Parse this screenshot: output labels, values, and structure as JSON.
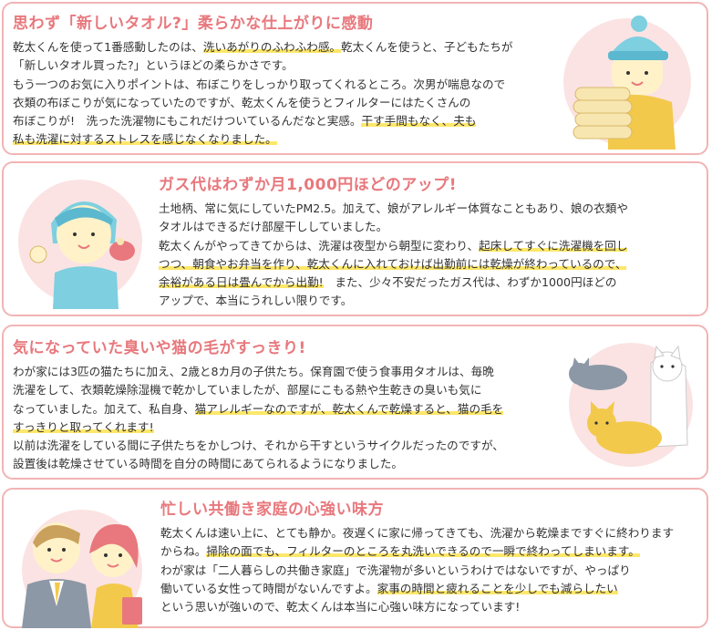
{
  "sections": [
    {
      "title": "思わず「新しいタオル?」柔らかな仕上がりに感動",
      "lines": [
        [
          {
            "t": "乾太くんを使って1番感動したのは、"
          },
          {
            "t": "洗いあがりのふわふわ感。",
            "hl": true
          },
          {
            "t": "乾太くんを使うと、子どもたちが"
          }
        ],
        [
          {
            "t": "「新しいタオル買った?」というほどの柔らかさです。"
          }
        ],
        [
          {
            "t": "もう一つのお気に入りポイントは、布ぼこりをしっかり取ってくれるところ。次男が喘息なので"
          }
        ],
        [
          {
            "t": "衣類の布ぼこりが気になっていたのですが、乾太くんを使うとフィルターにはたくさんの"
          }
        ],
        [
          {
            "t": "布ぼこりが!　洗った洗濯物にもこれだけついているんだなと実感。"
          },
          {
            "t": "干す手間もなく、夫も",
            "hl": true
          }
        ],
        [
          {
            "t": "私も洗濯に対するストレスを感じなくなりました。",
            "hl": true
          }
        ]
      ]
    },
    {
      "title": "ガス代はわずか月1,000円ほどのアップ!",
      "lines": [
        [
          {
            "t": "土地柄、常に気にしていたPM2.5。加えて、娘がアレルギー体質なこともあり、娘の衣類や"
          }
        ],
        [
          {
            "t": "タオルはできるだけ部屋干ししていました。"
          }
        ],
        [
          {
            "t": "乾太くんがやってきてからは、洗濯は夜型から朝型に変わり、"
          },
          {
            "t": "起床してすぐに洗濯機を回し",
            "hl": true
          }
        ],
        [
          {
            "t": "つつ、朝食やお弁当を作り、乾太くんに入れておけば出勤前には乾燥が終わっているので、",
            "hl": true
          }
        ],
        [
          {
            "t": "余裕がある日は畳んでから出勤!",
            "hl": true
          },
          {
            "t": "　また、少々不安だったガス代は、わずか1000円ほどの"
          }
        ],
        [
          {
            "t": "アップで、本当にうれしい限りです。"
          }
        ]
      ]
    },
    {
      "title": "気になっていた臭いや猫の毛がすっきり!",
      "lines": [
        [
          {
            "t": "わが家には3匹の猫たちに加え、2歳と8カ月の子供たち。保育園で使う食事用タオルは、毎晩"
          }
        ],
        [
          {
            "t": "洗濯をして、衣類乾燥除湿機で乾かしていましたが、部屋にこもる熱や生乾きの臭いも気に"
          }
        ],
        [
          {
            "t": "なっていました。加えて、私自身、"
          },
          {
            "t": "猫アレルギーなのですが、乾太くんで乾燥すると、猫の毛を",
            "hl": true
          }
        ],
        [
          {
            "t": "すっきりと取ってくれます!",
            "hl": true
          }
        ],
        [
          {
            "t": "以前は洗濯をしている間に子供たちをかしつけ、それから干すというサイクルだったのですが、"
          }
        ],
        [
          {
            "t": "設置後は乾燥させている時間を自分の時間にあてられるようになりました。"
          }
        ]
      ]
    },
    {
      "title": "忙しい共働き家庭の心強い味方",
      "lines": [
        [
          {
            "t": "乾太くんは速い上に、とても静か。夜遅くに家に帰ってきても、洗濯から乾燥まですぐに終わります"
          }
        ],
        [
          {
            "t": "からね。"
          },
          {
            "t": "掃除の面でも、フィルターのところを丸洗いできるので一瞬で終わってしまいます。",
            "hl": true
          }
        ],
        [
          {
            "t": "わが家は「二人暮らしの共働き家庭」で洗濯物が多いというわけではないですが、やっぱり"
          }
        ],
        [
          {
            "t": "働いている女性って時間がないんですよ。"
          },
          {
            "t": "家事の時間と疲れることを少しでも減らしたい",
            "hl": true
          }
        ],
        [
          {
            "t": "という思いが強いので、乾太くんは本当に心強い味方になっています!"
          }
        ]
      ]
    }
  ],
  "colors": {
    "accent": "#e8787d",
    "border": "#f2b4b4",
    "highlight": "#fde76a"
  }
}
